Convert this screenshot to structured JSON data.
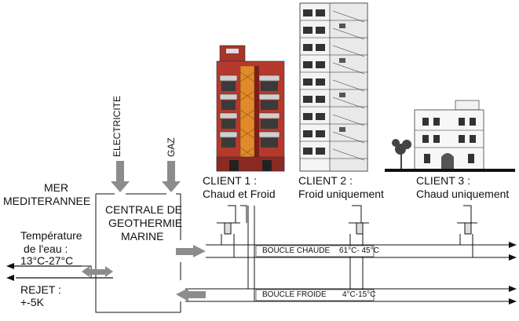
{
  "sea": {
    "line1": "MER",
    "line2": "MEDITERANNEE"
  },
  "inputs": {
    "electricity": "ELECTRICITE",
    "gas": "GAZ"
  },
  "plant": {
    "line1": "CENTRALE DE",
    "line2": "GEOTHERMIE",
    "line3": "MARINE"
  },
  "water_temp": {
    "line1": "Température",
    "line2": "de l'eau :",
    "line3": "13°C-27°C"
  },
  "discharge": {
    "line1": "REJET :",
    "line2": "+-5K"
  },
  "loops": {
    "hot": {
      "name": "BOUCLE CHAUDE",
      "temp": "61°C- 45°C"
    },
    "cold": {
      "name": "BOUCLE FROIDE",
      "temp": "4°C-15°C"
    }
  },
  "clients": [
    {
      "title": "CLIENT 1 :",
      "subtitle": "Chaud et Froid"
    },
    {
      "title": "CLIENT 2 :",
      "subtitle": "Froid uniquement"
    },
    {
      "title": "CLIENT 3 :",
      "subtitle": "Chaud uniquement"
    }
  ],
  "colors": {
    "arrow_gray": "#8c8c8c",
    "building1_red": "#b5392c",
    "building1_orange": "#e08a2a",
    "line": "#111111"
  }
}
